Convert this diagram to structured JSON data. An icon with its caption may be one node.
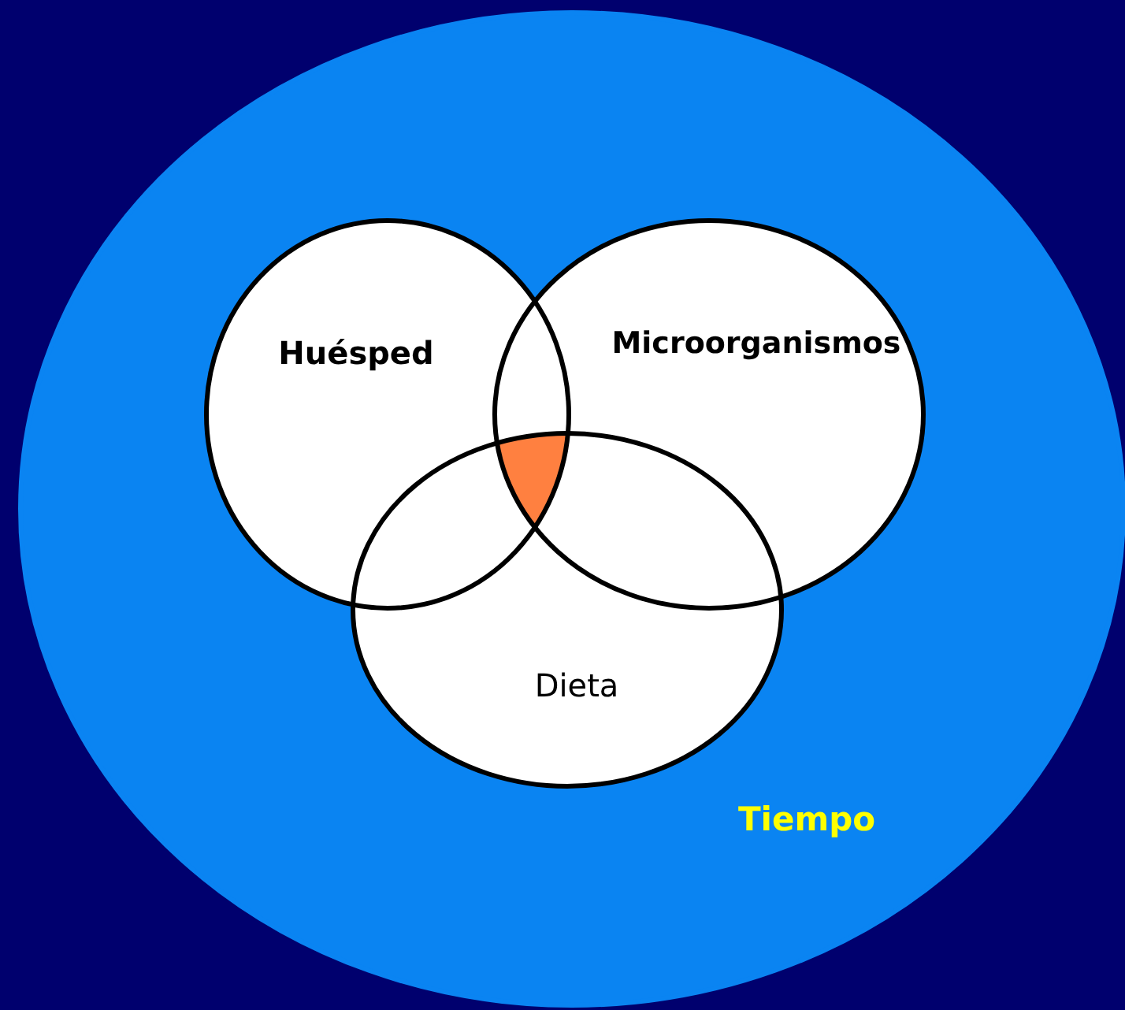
{
  "diagram": {
    "nodes": [
      {
        "text": [
          "Tiempo"
        ]
      },
      {
        "text": [
          "Huésped"
        ],
        "in": 0
      },
      {
        "text": [
          "Microorganismos"
        ],
        "in": 0
      },
      {
        "text": [
          "Dieta"
        ],
        "in": 0
      }
    ]
  }
}
